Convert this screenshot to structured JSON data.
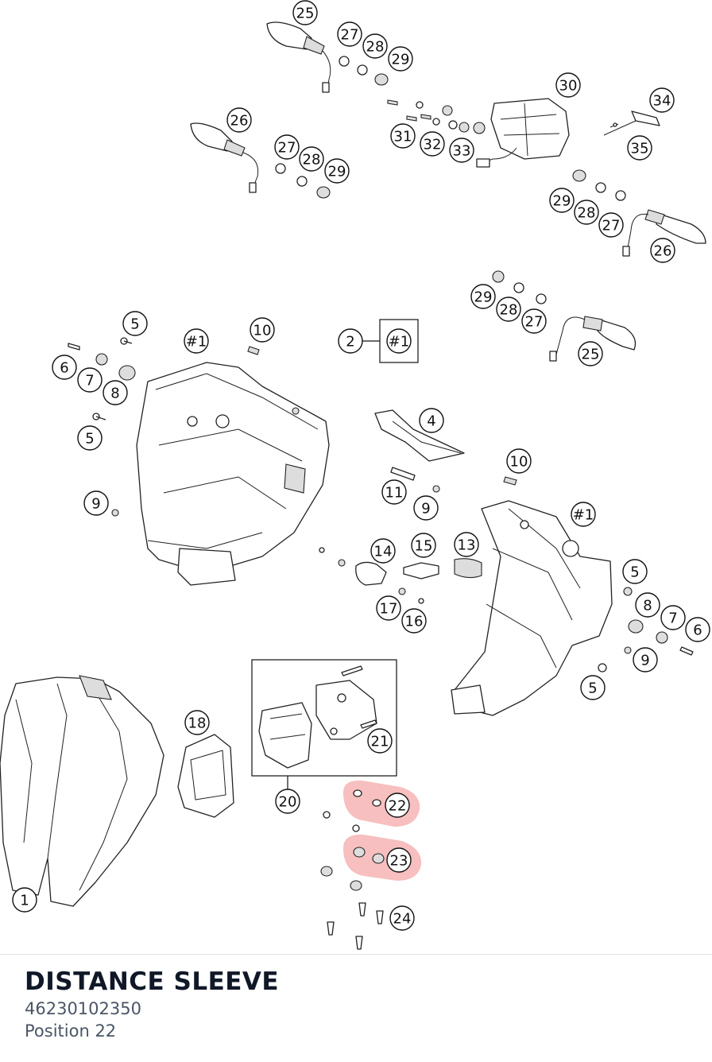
{
  "callouts": [
    "25",
    "27",
    "28",
    "29",
    "30",
    "34",
    "26",
    "27",
    "28",
    "29",
    "31",
    "32",
    "33",
    "35",
    "29",
    "28",
    "27",
    "26",
    "29",
    "28",
    "27",
    "25",
    "5",
    "#1",
    "10",
    "2",
    "#1",
    "6",
    "7",
    "8",
    "5",
    "4",
    "10",
    "11",
    "9",
    "9",
    "#1",
    "14",
    "15",
    "13",
    "5",
    "8",
    "7",
    "6",
    "17",
    "16",
    "9",
    "5",
    "18",
    "21",
    "20",
    "22",
    "23",
    "24",
    "1"
  ],
  "info": {
    "title": "DISTANCE SLEEVE",
    "part_number": "46230102350",
    "position": "Position 22"
  }
}
